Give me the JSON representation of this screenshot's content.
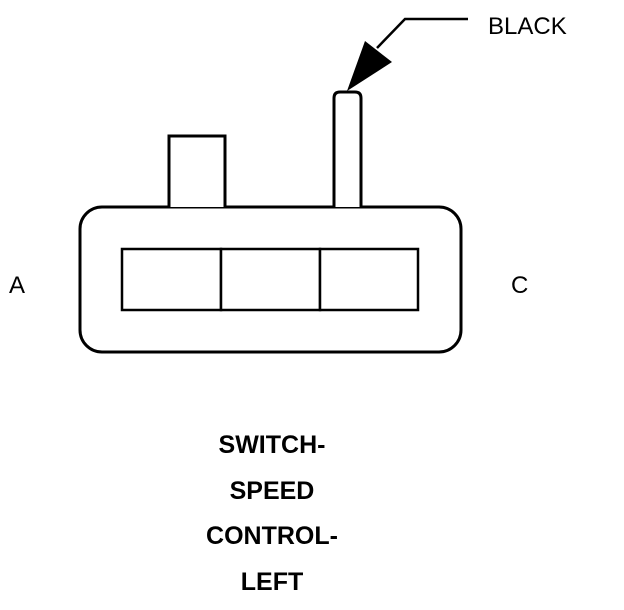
{
  "diagram": {
    "pin_labels": {
      "left": "A",
      "right": "C"
    },
    "wire_callout": "BLACK",
    "caption_lines": [
      "SWITCH-",
      "SPEED",
      "CONTROL-",
      "LEFT"
    ],
    "colors": {
      "stroke": "#000000",
      "background": "#ffffff"
    }
  }
}
